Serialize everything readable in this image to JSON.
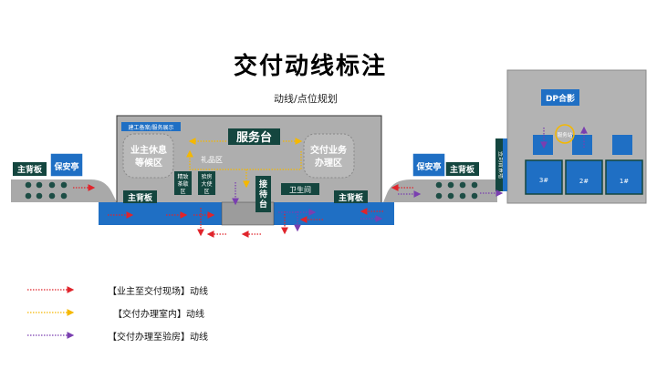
{
  "title": "交付动线标注",
  "subtitle": "动线/点位规划",
  "labels": {
    "main_board": "主背板",
    "guard_booth": "保安亭",
    "service_desk": "服务台",
    "build_prep": "建工备案/服务展示",
    "owner_rest": [
      "业主休息",
      "等候区"
    ],
    "delivery_area": [
      "交付业务",
      "办理区"
    ],
    "gift_area": "礼品区",
    "tea_break": [
      "精致",
      "茶歇",
      "区"
    ],
    "inspection_staff": [
      "验房",
      "大使",
      "区"
    ],
    "reception": [
      "接",
      "待",
      "台"
    ],
    "restroom": "卫生间",
    "dp_photo": "DP合影",
    "service_station": "服务站",
    "photo_wall": "签到背景墙",
    "building_3": "3#",
    "building_2": "2#",
    "building_1": "1#"
  },
  "legend": [
    {
      "label": "【业主至交付现场】动线",
      "color": "#e0242b"
    },
    {
      "label": "【交付办理室内】动线",
      "color": "#f5b800"
    },
    {
      "label": "【交付办理至验房】动线",
      "color": "#7a3fb0"
    }
  ],
  "colors": {
    "blue": "#1f6fc4",
    "dark_teal": "#14463f",
    "gray": "#aeaeae",
    "light_gray": "#c9c9c9"
  }
}
